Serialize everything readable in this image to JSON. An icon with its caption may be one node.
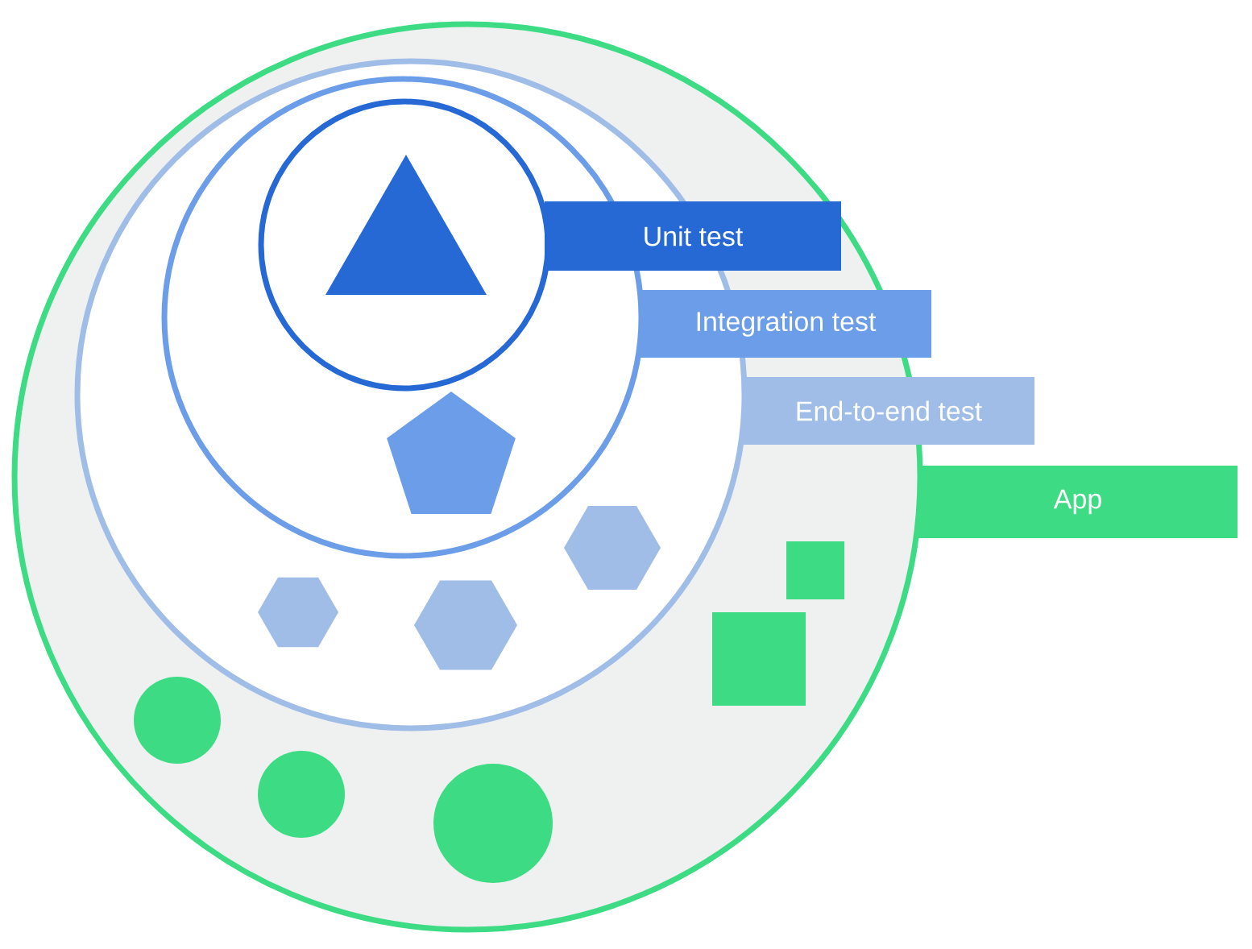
{
  "diagram": {
    "nodes": [
      {
        "text": [],
        "shape": "circle"
      },
      {
        "text": [],
        "shape": "circle",
        "in": 0
      },
      {
        "text": [],
        "shape": "circle",
        "in": 1
      },
      {
        "text": [],
        "shape": "circle",
        "in": 2
      },
      {
        "text": [
          "Unit test"
        ],
        "in": 0
      },
      {
        "text": [
          "Integration test"
        ],
        "in": 0
      },
      {
        "text": [
          "End-to-end test"
        ]
      },
      {
        "text": [
          "App"
        ]
      }
    ]
  }
}
